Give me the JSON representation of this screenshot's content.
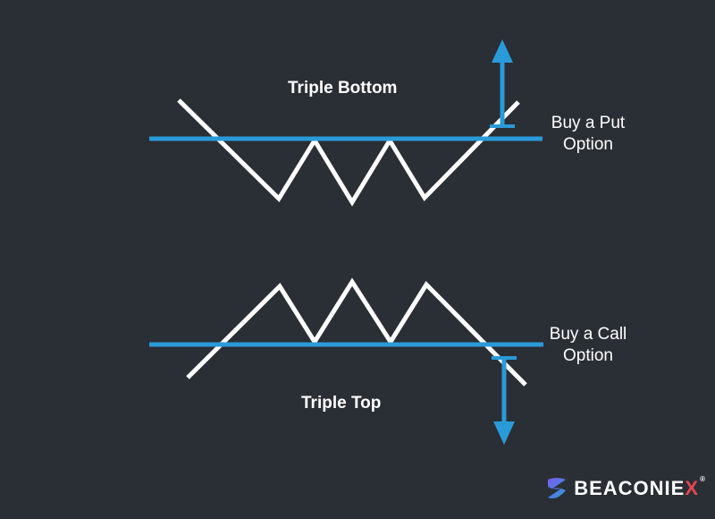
{
  "diagram": {
    "triple_bottom": {
      "title": "Triple Bottom",
      "action_line1": "Buy a Put",
      "action_line2": "Option"
    },
    "triple_top": {
      "title": "Triple Top",
      "action_line1": "Buy a Call",
      "action_line2": "Option"
    }
  },
  "colors": {
    "background": "#2a2e35",
    "line": "#ffffff",
    "accent": "#2a9ad8",
    "logo_x": "#e8474f"
  },
  "logo": {
    "text": "BEACONIE",
    "accent_letter": "X",
    "reg": "®"
  }
}
